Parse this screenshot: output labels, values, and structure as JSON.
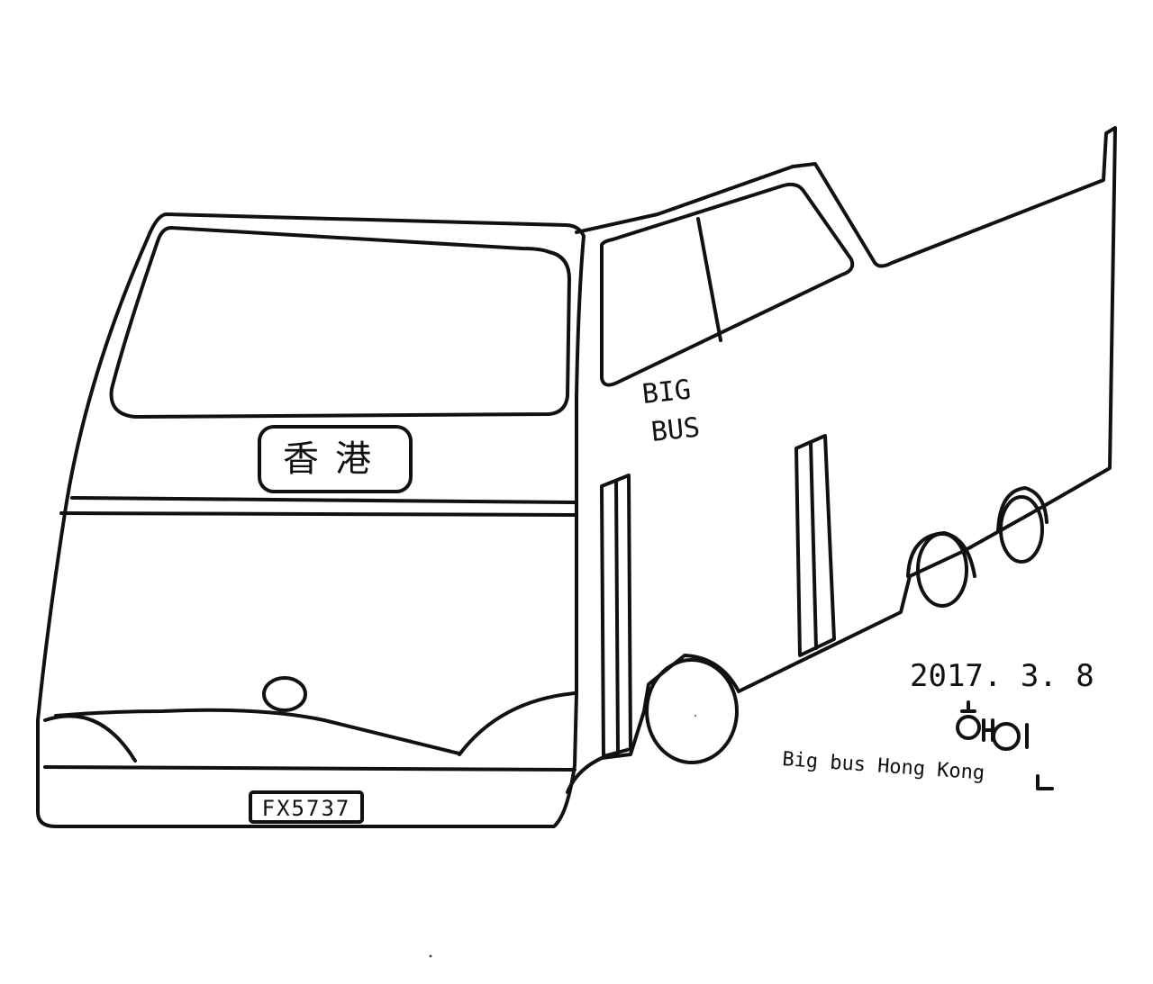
{
  "drawing": {
    "sign_text": "香港",
    "side_logo_line1": "BIG",
    "side_logo_line2": "BUS",
    "plate": "FX5737",
    "date": "2017. 3. 8",
    "caption": "Big bus Hong Kong",
    "ink_color": "#111111",
    "paper_color": "#ffffff"
  }
}
